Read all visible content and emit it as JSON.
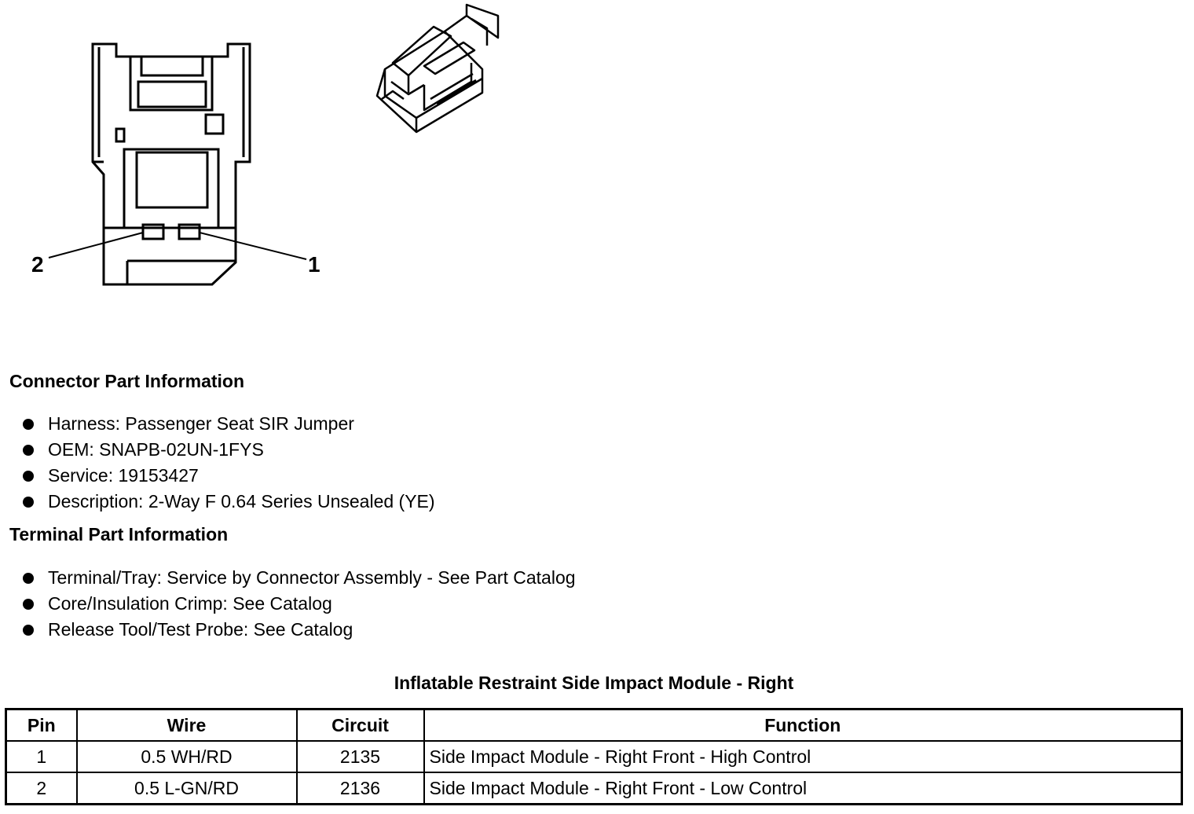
{
  "connector_diagram": {
    "pin_labels": [
      "2",
      "1"
    ]
  },
  "connector_section": {
    "heading": "Connector Part Information",
    "items": [
      "Harness: Passenger Seat SIR Jumper",
      "OEM: SNAPB-02UN-1FYS",
      "Service: 19153427",
      "Description: 2-Way F 0.64 Series Unsealed (YE)"
    ]
  },
  "terminal_section": {
    "heading": "Terminal Part Information",
    "items": [
      "Terminal/Tray: Service by Connector Assembly - See Part Catalog",
      "Core/Insulation Crimp: See Catalog",
      "Release Tool/Test Probe: See Catalog"
    ]
  },
  "pin_table": {
    "title": "Inflatable Restraint Side Impact Module - Right",
    "headers": [
      "Pin",
      "Wire",
      "Circuit",
      "Function"
    ],
    "rows": [
      [
        "1",
        "0.5 WH/RD",
        "2135",
        "Side Impact Module - Right Front - High Control"
      ],
      [
        "2",
        "0.5 L-GN/RD",
        "2136",
        "Side Impact Module - Right Front - Low Control"
      ]
    ]
  }
}
